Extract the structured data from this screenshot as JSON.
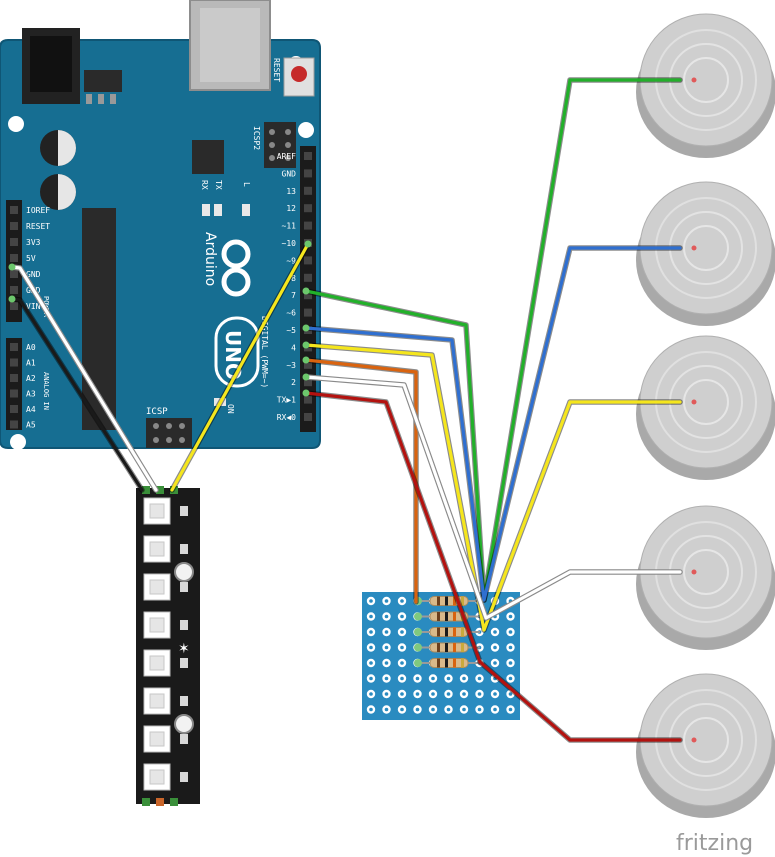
{
  "arduino": {
    "brand": "Arduino",
    "model": "UNO",
    "reset_label": "RESET",
    "icsp2_label": "ICSP2",
    "icsp_label": "ICSP",
    "rx_label": "RX",
    "tx_label": "TX",
    "l_label": "L",
    "on_label": "ON",
    "digital_label": "DIGITAL (PWM=~)",
    "power_label": "POWER",
    "analog_label": "ANALOG IN",
    "digital_pins": [
      "AREF",
      "GND",
      "13",
      "12",
      "~11",
      "~10",
      "~9",
      "8",
      "7",
      "~6",
      "~5",
      "4",
      "~3",
      "2",
      "TX▶1",
      "RX◀0"
    ],
    "power_pins": [
      "IOREF",
      "RESET",
      "3V3",
      "5V",
      "GND",
      "GND",
      "VIN"
    ],
    "analog_pins": [
      "A0",
      "A1",
      "A2",
      "A3",
      "A4",
      "A5"
    ]
  },
  "led_strip": {
    "pixel_count": 8
  },
  "protoboard": {
    "resistor_count": 5
  },
  "sensors": {
    "count": 5
  },
  "wires": [
    {
      "name": "wire-5v-white",
      "color": "#ffffff"
    },
    {
      "name": "wire-gnd-black",
      "color": "#1a1a1a"
    },
    {
      "name": "wire-pin11-yellow",
      "color": "#f5e61d"
    },
    {
      "name": "wire-pin8-green",
      "color": "#22b02a"
    },
    {
      "name": "wire-pin6-blue",
      "color": "#2f6fd0"
    },
    {
      "name": "wire-pin5-yellow",
      "color": "#f5e61d"
    },
    {
      "name": "wire-pin4-orange",
      "color": "#d9630f"
    },
    {
      "name": "wire-pin3-white",
      "color": "#ffffff"
    },
    {
      "name": "wire-pin2-red",
      "color": "#b3120f"
    }
  ],
  "colors": {
    "board": "#166e92",
    "strip": "#1a1a1a",
    "proto": "#2a8bc0",
    "sensor": "#cfcfcf"
  },
  "watermark": "fritzing"
}
